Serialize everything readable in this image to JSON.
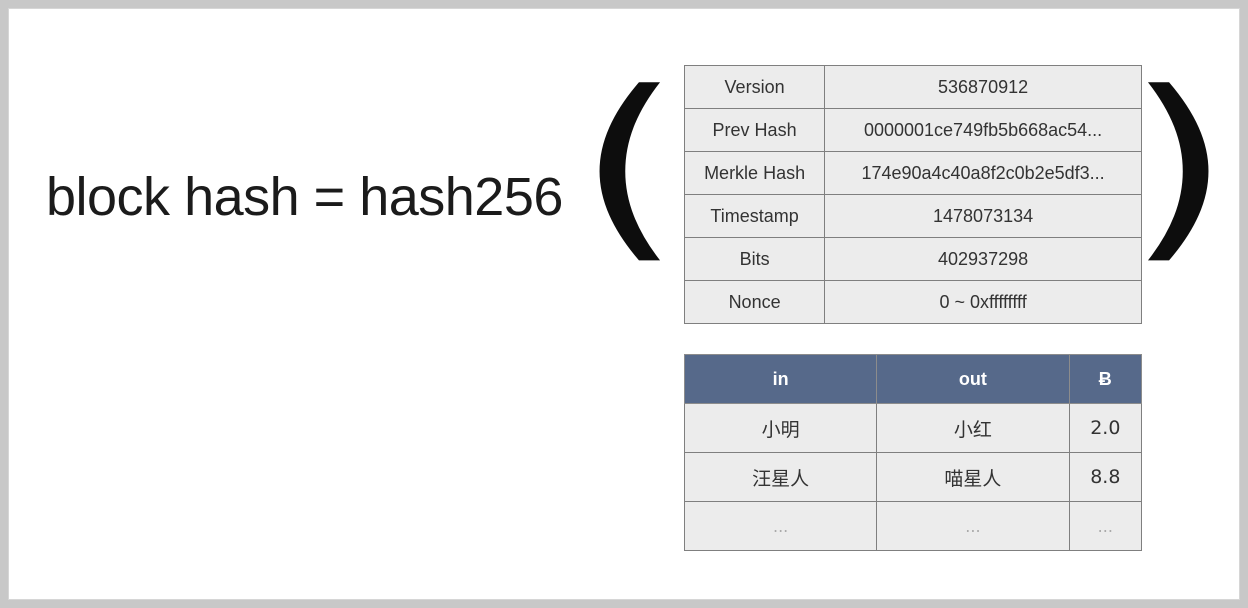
{
  "formula": "block hash = hash256",
  "paren_left": "(",
  "paren_right": ")",
  "block_header": [
    {
      "field": "Version",
      "value": "536870912"
    },
    {
      "field": "Prev Hash",
      "value": "0000001ce749fb5b668ac54..."
    },
    {
      "field": "Merkle Hash",
      "value": "174e90a4c40a8f2c0b2e5df3..."
    },
    {
      "field": "Timestamp",
      "value": "1478073134"
    },
    {
      "field": "Bits",
      "value": "402937298"
    },
    {
      "field": "Nonce",
      "value": "0 ~ 0xffffffff"
    }
  ],
  "transactions": {
    "headers": {
      "in": "in",
      "out": "out",
      "amount": "Ƀ"
    },
    "rows": [
      {
        "in": "小明",
        "out": "小红",
        "amount": "2.0"
      },
      {
        "in": "汪星人",
        "out": "喵星人",
        "amount": "8.8"
      },
      {
        "in": "...",
        "out": "...",
        "amount": "..."
      }
    ]
  }
}
